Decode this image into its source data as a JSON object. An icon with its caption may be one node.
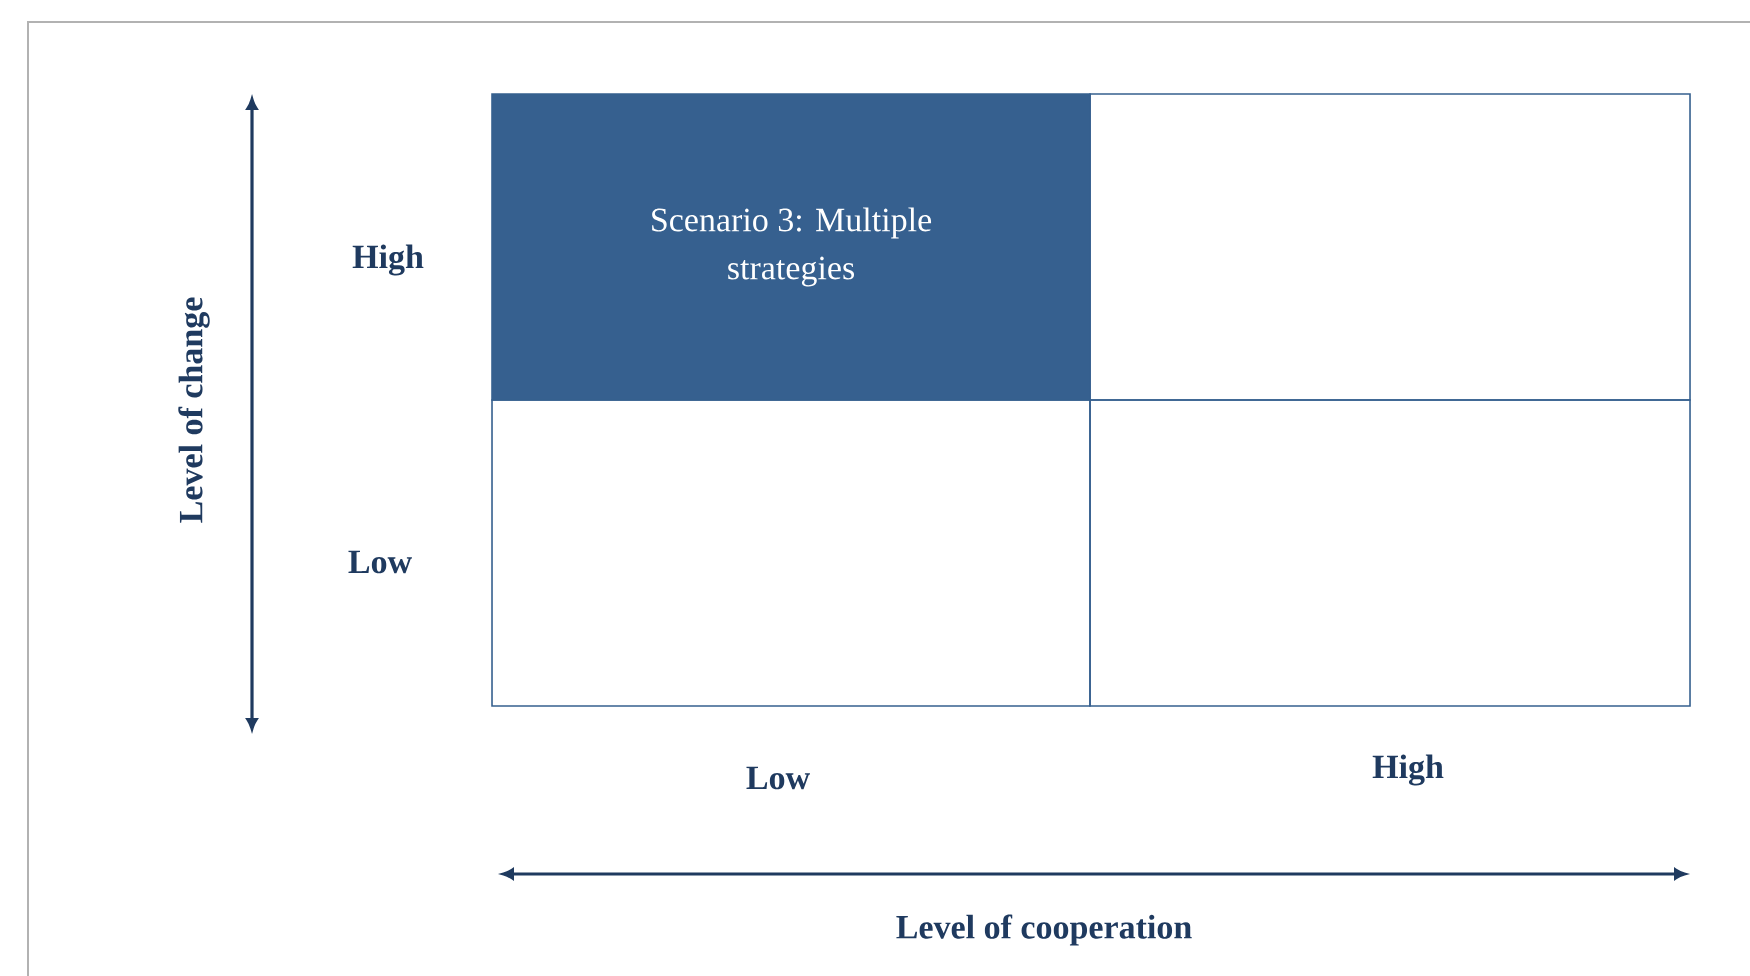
{
  "diagram": {
    "nodes": [
      {
        "text": [
          "Scenario 3: Multiple strategies"
        ]
      },
      {
        "text": [],
        "shape": "box"
      },
      {
        "text": [],
        "shape": "box"
      },
      {
        "text": [],
        "shape": "box"
      }
    ],
    "labels": [
      "Level of change",
      "High",
      "Low",
      "Low",
      "High",
      "Level of cooperation"
    ]
  }
}
